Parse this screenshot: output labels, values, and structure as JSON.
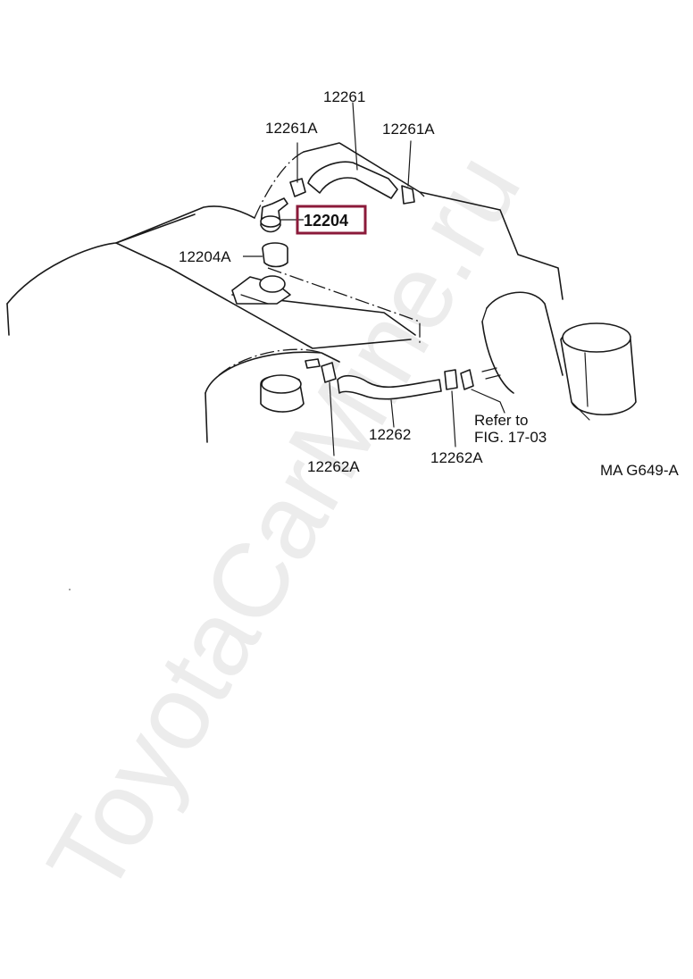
{
  "watermark": "ToyotaCarMine.ru",
  "figure_code": "MA G649-A",
  "highlight_color": "#8b1a3a",
  "labels": {
    "hose_upper": "12261",
    "clamp_upper_left": "12261A",
    "clamp_upper_right": "12261A",
    "pcv_valve": "12204",
    "grommet": "12204A",
    "hose_lower": "12262",
    "clamp_lower_left": "12262A",
    "clamp_lower_right": "12262A",
    "refer_line1": "Refer to",
    "refer_line2": "FIG. 17-03"
  }
}
